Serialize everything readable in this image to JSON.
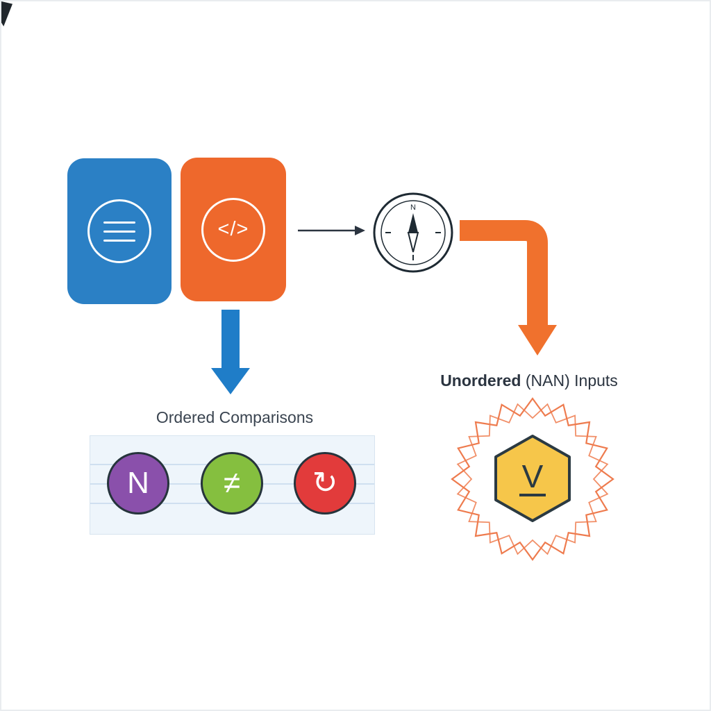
{
  "canvas": {
    "background": "#ffffff",
    "border_color": "#e9ecef"
  },
  "source_cards": {
    "blue_card": {
      "color": "#2b80c5",
      "icon": "list-icon"
    },
    "orange_card": {
      "color": "#ee682c",
      "icon": "code-icon",
      "code_glyph": "</>"
    }
  },
  "compass": {
    "north_label": "N"
  },
  "arrows": {
    "thin_arrow_color": "#2b3440",
    "blue_arrow_color": "#1f7dc8",
    "orange_arrow_color": "#f0712d"
  },
  "unordered_section": {
    "title_bold": "Unordered",
    "title_rest": " (NAN) Inputs",
    "hexagon_label": "V",
    "hexagon_color": "#f6c64a",
    "burst_color": "#ee7b4e"
  },
  "ordered_section": {
    "title": "Ordered Comparisons",
    "panel_color": "#eef5fb",
    "items": [
      {
        "label": "N",
        "color": "#8a50ab"
      },
      {
        "label": "≠",
        "color": "#85bf3f"
      },
      {
        "label": "↻",
        "color": "#e23b3b"
      }
    ]
  }
}
